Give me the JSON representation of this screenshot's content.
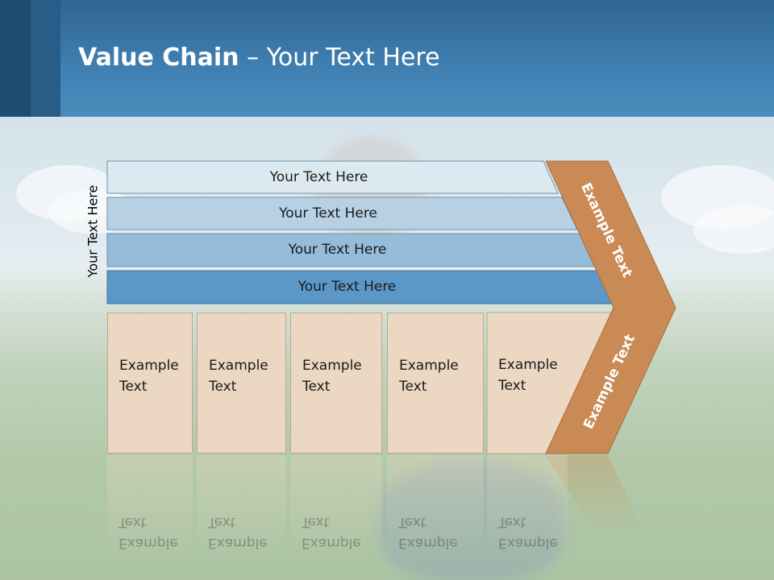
{
  "slide": {
    "title_bold": "Value Chain",
    "title_rest": " – Your Text Here"
  },
  "side_label": "Your Text Here",
  "rows": [
    {
      "label": "Your Text Here",
      "color": "#dde9f1"
    },
    {
      "label": "Your Text Here",
      "color": "#b7d0e4"
    },
    {
      "label": "Your Text Here",
      "color": "#95bcd9"
    },
    {
      "label": "Your Text Here",
      "color": "#5b98c8"
    }
  ],
  "boxes": [
    {
      "label": "Example\nText"
    },
    {
      "label": "Example\nText"
    },
    {
      "label": "Example\nText"
    },
    {
      "label": "Example\nText"
    },
    {
      "label": "Example\nText"
    }
  ],
  "arrow": {
    "upper_label": "Example Text",
    "lower_label": "Example Text",
    "color": "#c98a55"
  }
}
